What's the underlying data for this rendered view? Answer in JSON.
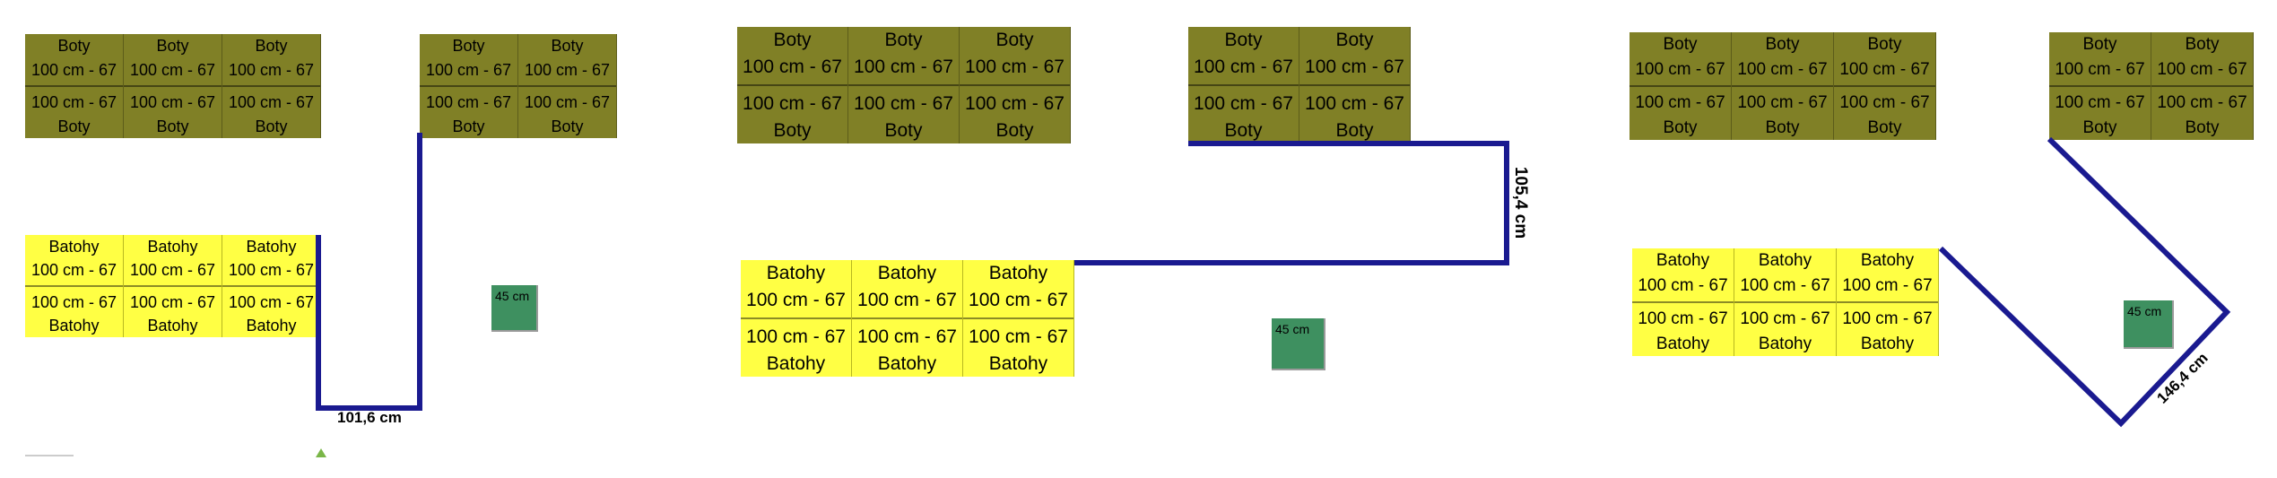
{
  "boty": {
    "name": "Boty",
    "size": "100 cm - 67"
  },
  "batohy": {
    "name": "Batohy",
    "size": "100 cm - 67"
  },
  "green_label": "45 cm",
  "dimensions": [
    "101,6 cm",
    "105,4 cm",
    "146,4 cm"
  ],
  "colors": {
    "olive": "#808026",
    "yellow": "#ffff44",
    "green": "#3e9060",
    "line": "#1a1a90"
  }
}
